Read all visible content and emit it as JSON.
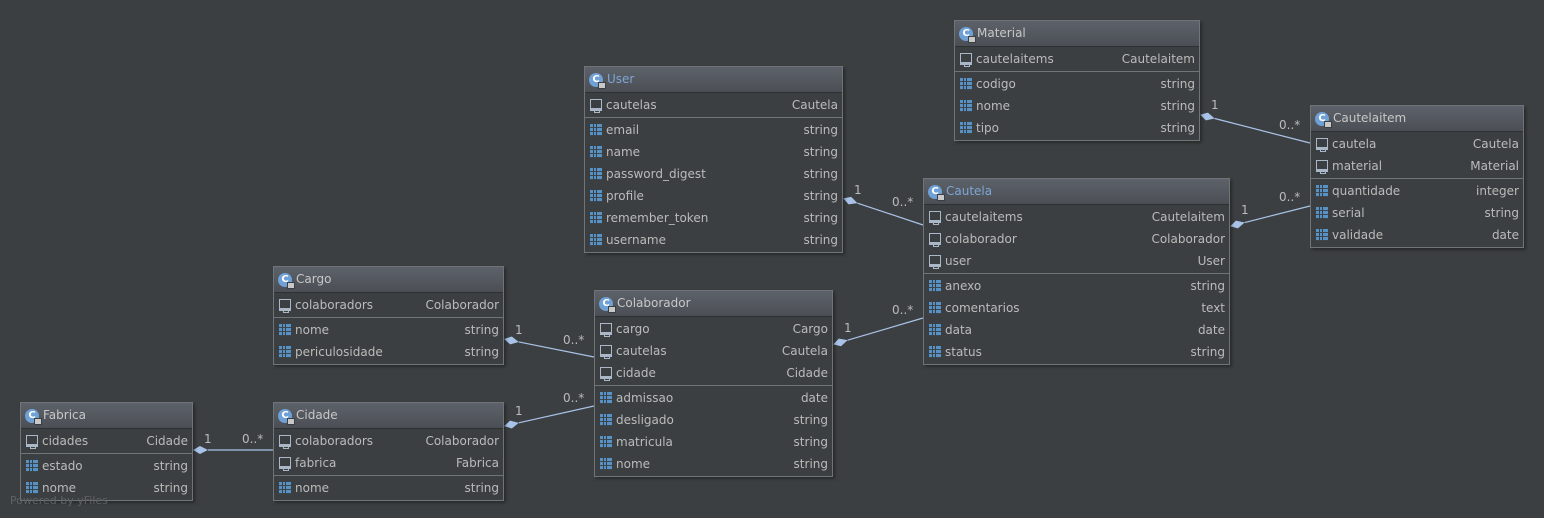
{
  "diagram": {
    "watermark": "Powered by yFiles",
    "colors": {
      "background": "#3c3f41",
      "edge": "#a9c3e8",
      "link_title": "#7fa6d6"
    },
    "nodes": [
      {
        "id": "material",
        "title": "Material",
        "highlight": false,
        "relations": [
          {
            "name": "cautelaitems",
            "type": "Cautelaitem"
          }
        ],
        "fields": [
          {
            "name": "codigo",
            "type": "string"
          },
          {
            "name": "nome",
            "type": "string"
          },
          {
            "name": "tipo",
            "type": "string"
          }
        ]
      },
      {
        "id": "user",
        "title": "User",
        "highlight": true,
        "relations": [
          {
            "name": "cautelas",
            "type": "Cautela"
          }
        ],
        "fields": [
          {
            "name": "email",
            "type": "string"
          },
          {
            "name": "name",
            "type": "string"
          },
          {
            "name": "password_digest",
            "type": "string"
          },
          {
            "name": "profile",
            "type": "string"
          },
          {
            "name": "remember_token",
            "type": "string"
          },
          {
            "name": "username",
            "type": "string"
          }
        ]
      },
      {
        "id": "cautelaitem",
        "title": "Cautelaitem",
        "highlight": false,
        "relations": [
          {
            "name": "cautela",
            "type": "Cautela"
          },
          {
            "name": "material",
            "type": "Material"
          }
        ],
        "fields": [
          {
            "name": "quantidade",
            "type": "integer"
          },
          {
            "name": "serial",
            "type": "string"
          },
          {
            "name": "validade",
            "type": "date"
          }
        ]
      },
      {
        "id": "cautela",
        "title": "Cautela",
        "highlight": true,
        "relations": [
          {
            "name": "cautelaitems",
            "type": "Cautelaitem"
          },
          {
            "name": "colaborador",
            "type": "Colaborador"
          },
          {
            "name": "user",
            "type": "User"
          }
        ],
        "fields": [
          {
            "name": "anexo",
            "type": "string"
          },
          {
            "name": "comentarios",
            "type": "text"
          },
          {
            "name": "data",
            "type": "date"
          },
          {
            "name": "status",
            "type": "string"
          }
        ]
      },
      {
        "id": "cargo",
        "title": "Cargo",
        "highlight": false,
        "relations": [
          {
            "name": "colaboradors",
            "type": "Colaborador"
          }
        ],
        "fields": [
          {
            "name": "nome",
            "type": "string"
          },
          {
            "name": "periculosidade",
            "type": "string"
          }
        ]
      },
      {
        "id": "colaborador",
        "title": "Colaborador",
        "highlight": false,
        "relations": [
          {
            "name": "cargo",
            "type": "Cargo"
          },
          {
            "name": "cautelas",
            "type": "Cautela"
          },
          {
            "name": "cidade",
            "type": "Cidade"
          }
        ],
        "fields": [
          {
            "name": "admissao",
            "type": "date"
          },
          {
            "name": "desligado",
            "type": "string"
          },
          {
            "name": "matricula",
            "type": "string"
          },
          {
            "name": "nome",
            "type": "string"
          }
        ]
      },
      {
        "id": "fabrica",
        "title": "Fabrica",
        "highlight": false,
        "relations": [
          {
            "name": "cidades",
            "type": "Cidade"
          }
        ],
        "fields": [
          {
            "name": "estado",
            "type": "string"
          },
          {
            "name": "nome",
            "type": "string"
          }
        ]
      },
      {
        "id": "cidade",
        "title": "Cidade",
        "highlight": false,
        "relations": [
          {
            "name": "colaboradors",
            "type": "Colaborador"
          },
          {
            "name": "fabrica",
            "type": "Fabrica"
          }
        ],
        "fields": [
          {
            "name": "nome",
            "type": "string"
          }
        ]
      }
    ],
    "edges": [
      {
        "id": "material-cautelaitem",
        "from": "material",
        "to": "cautelaitem",
        "from_mult": "1",
        "to_mult": "0..*"
      },
      {
        "id": "user-cautela",
        "from": "user",
        "to": "cautela",
        "from_mult": "1",
        "to_mult": "0..*"
      },
      {
        "id": "cautela-cautelaitem",
        "from": "cautela",
        "to": "cautelaitem",
        "from_mult": "1",
        "to_mult": "0..*"
      },
      {
        "id": "cargo-colaborador",
        "from": "cargo",
        "to": "colaborador",
        "from_mult": "1",
        "to_mult": "0..*"
      },
      {
        "id": "colaborador-cautela",
        "from": "colaborador",
        "to": "cautela",
        "from_mult": "1",
        "to_mult": "0..*"
      },
      {
        "id": "cidade-colaborador",
        "from": "cidade",
        "to": "colaborador",
        "from_mult": "1",
        "to_mult": "0..*"
      },
      {
        "id": "fabrica-cidade",
        "from": "fabrica",
        "to": "cidade",
        "from_mult": "1",
        "to_mult": "0..*"
      }
    ]
  }
}
